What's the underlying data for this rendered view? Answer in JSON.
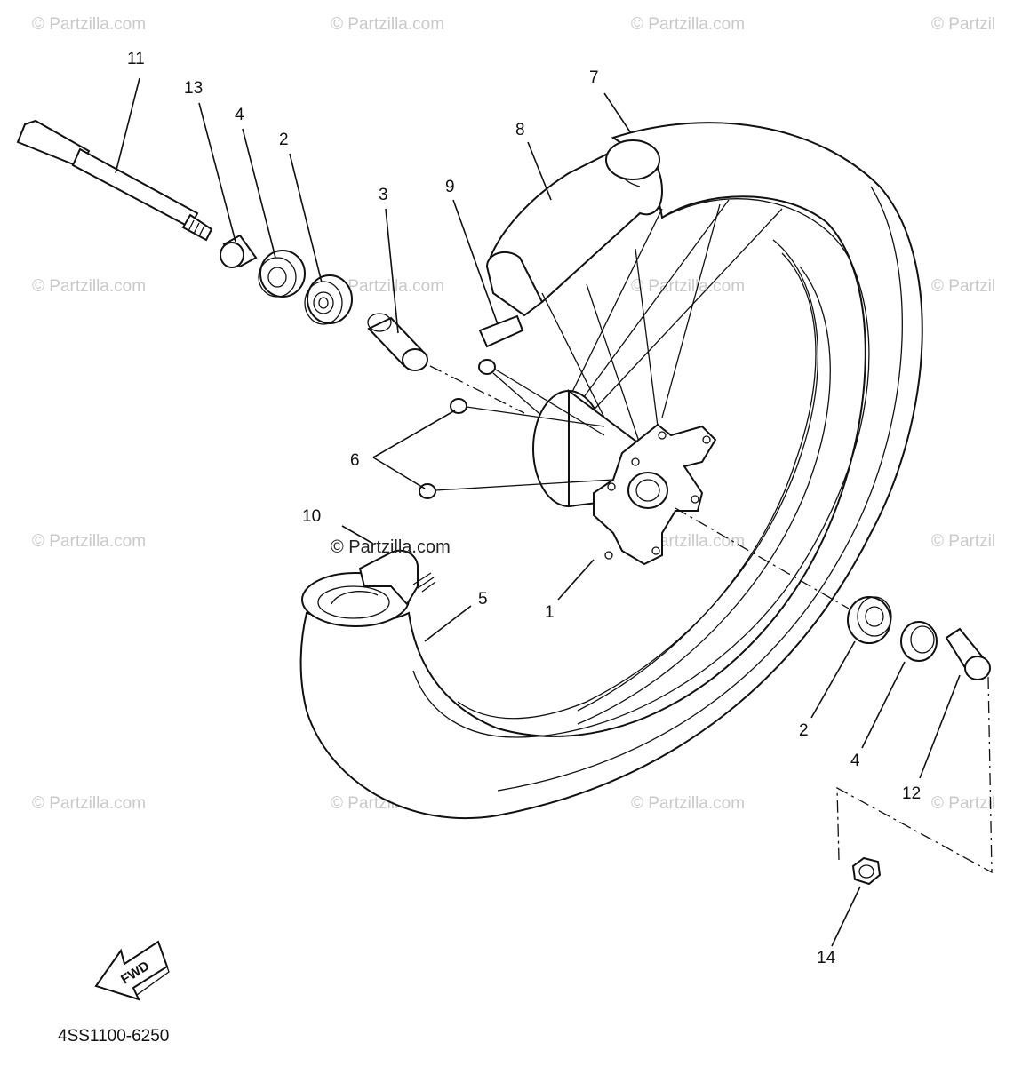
{
  "watermark": "© Partzilla.com",
  "watermark_partial": "© Partzil",
  "callouts": {
    "c1": "1",
    "c2a": "2",
    "c2b": "2",
    "c3": "3",
    "c4a": "4",
    "c4b": "4",
    "c5": "5",
    "c6": "6",
    "c7": "7",
    "c8": "8",
    "c9": "9",
    "c10": "10",
    "c11": "11",
    "c12": "12",
    "c13": "13",
    "c14": "14"
  },
  "fwd_label": "FWD",
  "diagram_code": "4SS1100-6250"
}
